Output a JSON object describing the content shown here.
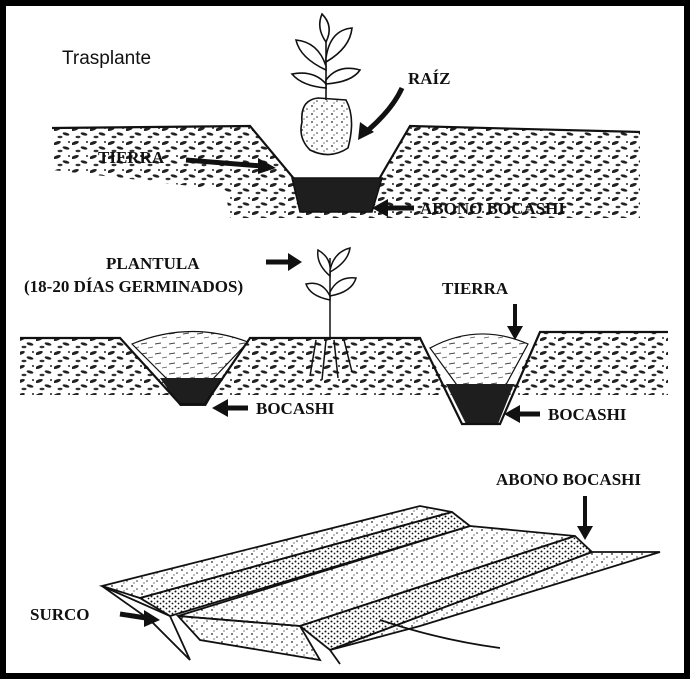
{
  "title": "Trasplante",
  "panel1": {
    "root_label": "RAÍZ",
    "soil_label": "TIERRA",
    "compost_label": "ABONO BOCASHI"
  },
  "panel2": {
    "seedling_label_line1": "PLANTULA",
    "seedling_label_line2": "(18-20 DÍAS GERMINADOS)",
    "soil_label": "TIERRA",
    "compost_left_label": "BOCASHI",
    "compost_right_label": "BOCASHI"
  },
  "panel3": {
    "compost_label": "ABONO BOCASHI",
    "furrow_label": "SURCO"
  },
  "colors": {
    "ink": "#111111",
    "paper": "#ffffff",
    "soil": "#2a2a2a"
  }
}
